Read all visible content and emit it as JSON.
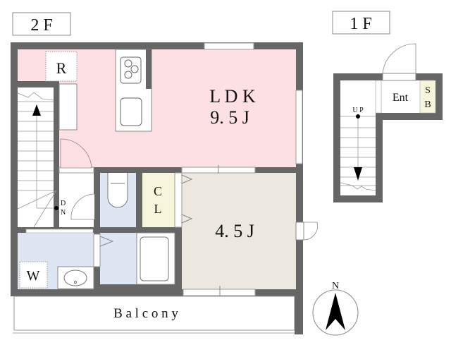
{
  "floor_labels": {
    "second": "2 F",
    "first": "1 F"
  },
  "rooms": {
    "ldk_name": "L D K",
    "ldk_size": "9. 5 J",
    "refrigerator": "R",
    "closet_c": "C",
    "closet_l": "L",
    "bedroom_size": "4. 5 J",
    "washer": "W",
    "balcony": "B a l c o n y",
    "entrance": "Ent",
    "shoe_box_s": "S",
    "shoe_box_b": "B"
  },
  "stairs": {
    "down_d": "D",
    "down_n": "N",
    "up": "U P"
  },
  "compass": {
    "north": "N"
  },
  "colors": {
    "wall": "#666666",
    "ldk": "#fde0e3",
    "wet": "#dfe6f3",
    "closet": "#f7f5dc",
    "bedroom": "#ece8df"
  }
}
